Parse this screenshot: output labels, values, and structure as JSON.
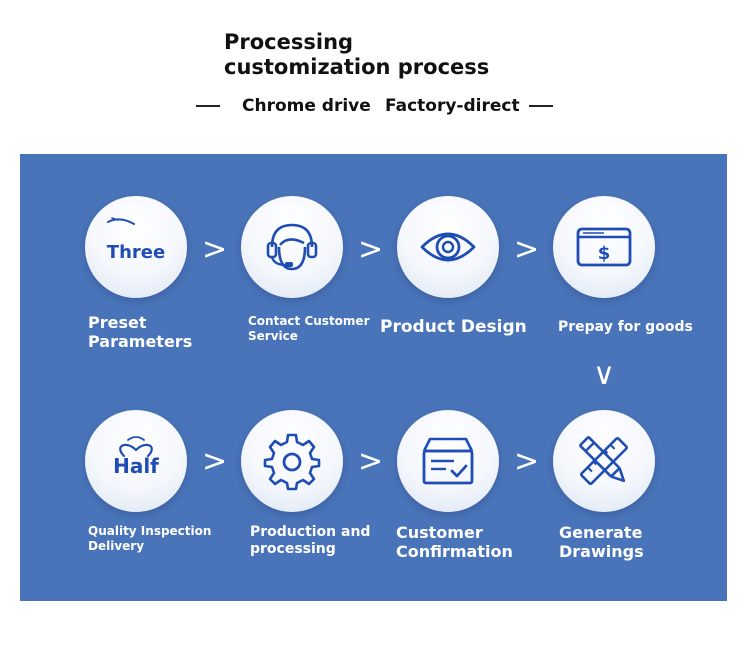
{
  "header": {
    "title": "Processing customization process",
    "subtitle_left": "Chrome drive",
    "subtitle_right": "Factory-direct"
  },
  "steps": [
    {
      "label": "Preset Parameters",
      "icon": "three-badge-icon",
      "badge": "Three"
    },
    {
      "label": "Contact Customer Service",
      "icon": "headset-icon"
    },
    {
      "label": "Product Design",
      "icon": "eye-icon"
    },
    {
      "label": "Prepay for goods",
      "icon": "payment-card-icon"
    },
    {
      "label": "Generate Drawings",
      "icon": "pencil-ruler-icon"
    },
    {
      "label": "Customer Confirmation",
      "icon": "confirmation-box-icon"
    },
    {
      "label": "Production and processing",
      "icon": "gear-icon"
    },
    {
      "label": "Quality Inspection Delivery",
      "icon": "half-badge-icon",
      "badge": "Half"
    }
  ],
  "arrows": {
    "right": ">",
    "down": "∨"
  },
  "colors": {
    "panel_bg": "#4a74b9",
    "icon_blue": "#1f4db3",
    "text_white": "#ffffff",
    "title_text": "#111111"
  }
}
